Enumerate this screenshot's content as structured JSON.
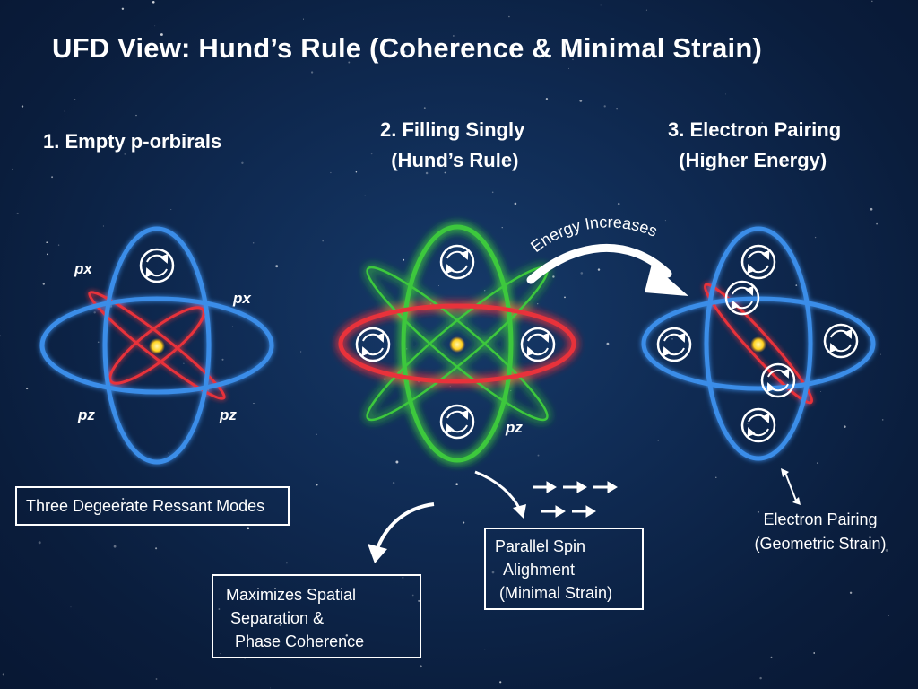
{
  "title": "UFD View: Hund’s Rule (Coherence & Minimal Strain)",
  "panels": [
    {
      "heading": "1. Empty p-orbirals",
      "orbital_labels": [
        "px",
        "px",
        "pz",
        "pz"
      ],
      "caption": "Three Degeerate Ressant Modes"
    },
    {
      "heading": "2. Filling Singly\n  (Hund’s Rule)",
      "orbital_labels": [
        "pz"
      ],
      "captions": [
        "Maximizes Spatial\n Separation &\n  Phase Coherence",
        "Parallel Spin\n  Alighment\n (Minimal Strain)"
      ]
    },
    {
      "heading": "3. Electron Pairing\n  (Higher Energy)",
      "caption": "Electron Pairing\n(Geometric Strain)"
    }
  ],
  "transition_label": "Energy Increases",
  "colors": {
    "blue_orbital": "#3a8de8",
    "red_orbital": "#e8323a",
    "green_orbital": "#3cc83c",
    "nucleus": "#ffd21e",
    "background": "#0f2a52"
  },
  "icons": [
    "spin-circle-icon",
    "arrow-right-icon",
    "curved-arrow-icon",
    "double-arrow-icon"
  ]
}
